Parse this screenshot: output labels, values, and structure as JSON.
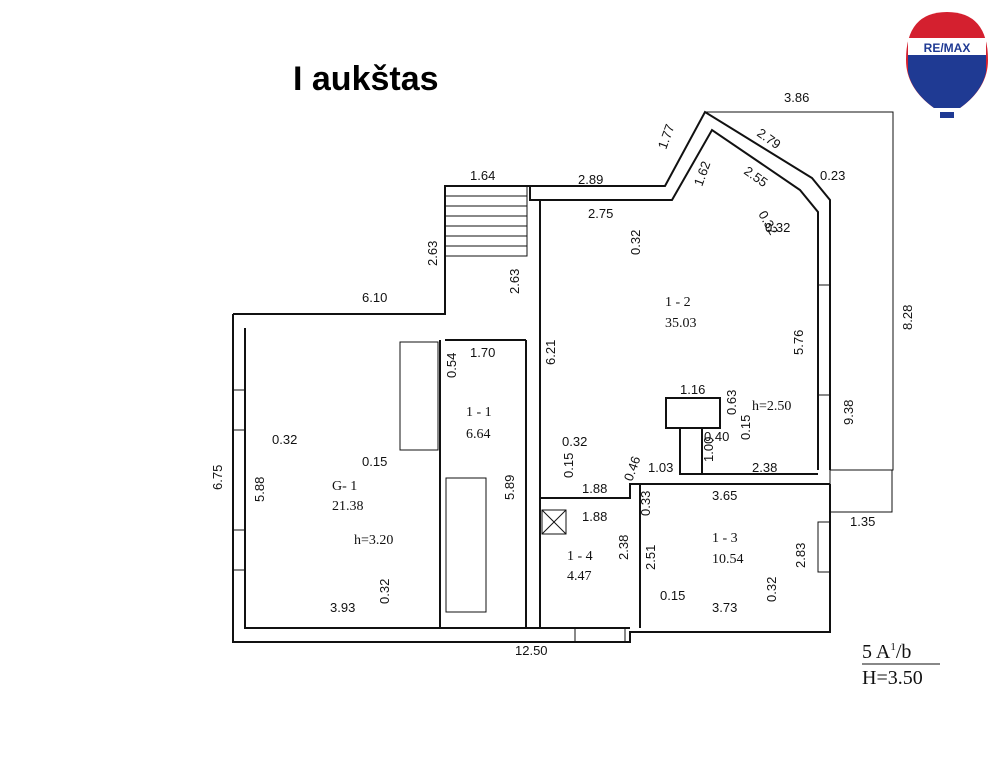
{
  "title": "I aukštas",
  "logo": {
    "text": "RE/MAX",
    "colors": {
      "red": "#d4202f",
      "blue": "#1f3a93",
      "white": "#ffffff"
    }
  },
  "rooms": [
    {
      "id": "G- 1",
      "area": "21.38",
      "height": "h=3.20"
    },
    {
      "id": "1 - 1",
      "area": "6.64"
    },
    {
      "id": "1 - 2",
      "area": "35.03",
      "height": "h=2.50"
    },
    {
      "id": "1 - 3",
      "area": "10.54"
    },
    {
      "id": "1 - 4",
      "area": "4.47"
    }
  ],
  "dimensions": [
    "3.86",
    "1.77",
    "2.79",
    "1.64",
    "2.89",
    "1.62",
    "2.55",
    "0.23",
    "2.75",
    "0.32",
    "0.32",
    "0.32",
    "2.63",
    "2.63",
    "6.10",
    "8.28",
    "1.70",
    "0.54",
    "6.21",
    "5.76",
    "1.16",
    "0.63",
    "6.75",
    "0.32",
    "0.32",
    "0.40",
    "0.15",
    "1.00",
    "9.38",
    "0.15",
    "0.15",
    "0.46",
    "1.03",
    "2.38",
    "5.88",
    "5.89",
    "1.88",
    "0.33",
    "3.65",
    "1.88",
    "1.35",
    "2.38",
    "2.51",
    "2.83",
    "0.32",
    "0.32",
    "3.93",
    "0.15",
    "3.73",
    "12.50"
  ],
  "legend": {
    "line1": "5 A",
    "sup": "1",
    "suffix": "/b",
    "line2": "H=3.50"
  }
}
